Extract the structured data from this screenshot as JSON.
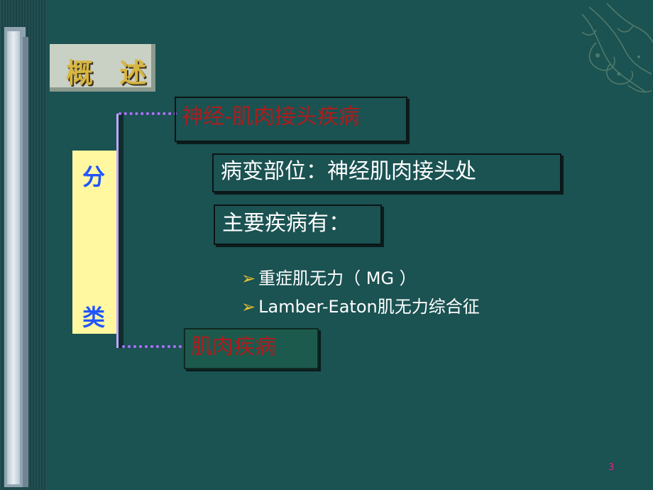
{
  "slide": {
    "title": "概 述",
    "classification": [
      "分",
      "类"
    ],
    "branch_top": "神经-肌肉接头疾病",
    "branch_bottom": "肌肉疾病",
    "lesion_site": "病变部位：神经肌肉接头处",
    "main_diseases_label": "主要疾病有：",
    "diseases": [
      {
        "marker": "➢",
        "text": "重症肌无力（ MG ）"
      },
      {
        "marker": "➢",
        "text": "Lamber-Eaton肌无力综合征"
      }
    ],
    "page_number": "3"
  },
  "colors": {
    "background": "#1b5252",
    "title_text": "#d8b640",
    "classification_box": "#fff8a0",
    "classification_text": "#2255ff",
    "red_label": "#aa1e1e",
    "dotted_connector": "#b070ff",
    "page_number": "#e0208a"
  },
  "icons": [
    "phoenix-ornament-icon",
    "bullet-arrow-icon"
  ]
}
